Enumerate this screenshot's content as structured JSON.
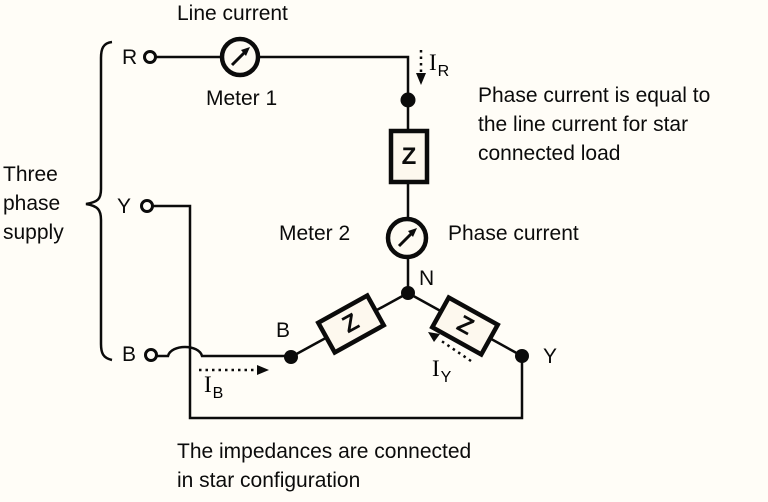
{
  "diagram": {
    "labels": {
      "line_current": "Line current",
      "meter1": "Meter 1",
      "meter2": "Meter 2",
      "phase_current": "Phase current",
      "terminal_r": "R",
      "terminal_y": "Y",
      "terminal_b": "B",
      "node_n": "N",
      "node_b": "B",
      "node_y": "Y",
      "impedance": "Z",
      "current_symbol": "I",
      "current_sub_r": "R",
      "current_sub_b": "B",
      "current_sub_y": "Y"
    },
    "supply_label": {
      "line1": "Three",
      "line2": "phase",
      "line3": "supply"
    },
    "note_right": {
      "line1": "Phase current is equal to",
      "line2": "the line current for star",
      "line3": "connected load"
    },
    "note_bottom": {
      "line1": "The impedances are connected",
      "line2": "in star configuration"
    },
    "colors": {
      "line": "#0b0b0b",
      "background": "#fffdf7",
      "component_fill": "#fdf8ee"
    }
  }
}
